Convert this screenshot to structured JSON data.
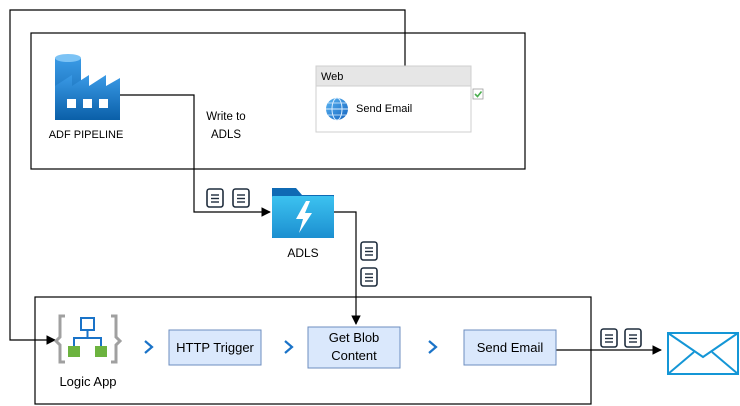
{
  "top_panel": {
    "adf_label": "ADF PIPELINE",
    "edge_label_line1": "Write to",
    "edge_label_line2": "ADLS",
    "web_activity": {
      "header": "Web",
      "label": "Send Email",
      "icon": "globe-icon",
      "status_icon": "success-check-icon"
    }
  },
  "storage": {
    "label": "ADLS",
    "icon": "data-lake-folder-icon"
  },
  "bottom_panel": {
    "logic_app_label": "Logic App",
    "steps": [
      {
        "label_lines": [
          "HTTP Trigger"
        ]
      },
      {
        "label_lines": [
          "Get Blob",
          "Content"
        ]
      },
      {
        "label_lines": [
          "Send Email"
        ]
      }
    ]
  },
  "icons": {
    "file": "document-icon",
    "chevron": "chevron-right-icon",
    "email": "envelope-icon"
  },
  "colors": {
    "step_fill": "#dae8fc",
    "step_stroke": "#6c8ebf",
    "azure_blue": "#0078d4",
    "chevron": "#1a73c8",
    "envelope": "#1496d6",
    "check": "#4caf50",
    "logic_green": "#6cb33f"
  }
}
